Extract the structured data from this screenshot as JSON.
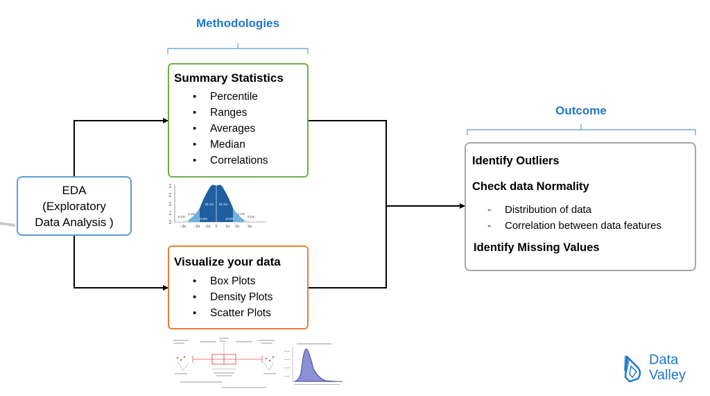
{
  "headings": {
    "methodologies": "Methodologies",
    "outcome": "Outcome"
  },
  "eda": {
    "line1": "EDA",
    "line2": "(Exploratory",
    "line3": "Data Analysis )"
  },
  "summary": {
    "title": "Summary Statistics",
    "items": [
      "Percentile",
      "Ranges",
      "Averages",
      "Median",
      "Correlations"
    ]
  },
  "visualize": {
    "title": "Visualize your data",
    "items": [
      "Box Plots",
      "Density Plots",
      "Scatter Plots"
    ]
  },
  "outcome": {
    "item1": "Identify Outliers",
    "item2": "Check data Normality",
    "subitems": [
      "Distribution of data",
      "Correlation between data features"
    ],
    "item3": "Identify Missing Values"
  },
  "bell_curve": {
    "x_ticks": [
      "−3σ",
      "−2σ",
      "−1σ",
      "0",
      "1σ",
      "2σ",
      "3σ"
    ],
    "y_ticks": [
      "0.0",
      "0.1",
      "0.2",
      "0.3",
      "0.4"
    ],
    "pct_labels": [
      "0.1%",
      "2.1%",
      "13.6%",
      "34.1%",
      "34.1%",
      "13.6%",
      "2.1%",
      "0.1%"
    ]
  },
  "logo": {
    "line1": "Data",
    "line2": "Valley",
    "color": "#1f78c8"
  },
  "colors": {
    "green": "#70ad47",
    "orange": "#ed7d31",
    "blue_border": "#5b9bd5",
    "gray_border": "#a6a6a6",
    "heading": "#1f78c8"
  }
}
